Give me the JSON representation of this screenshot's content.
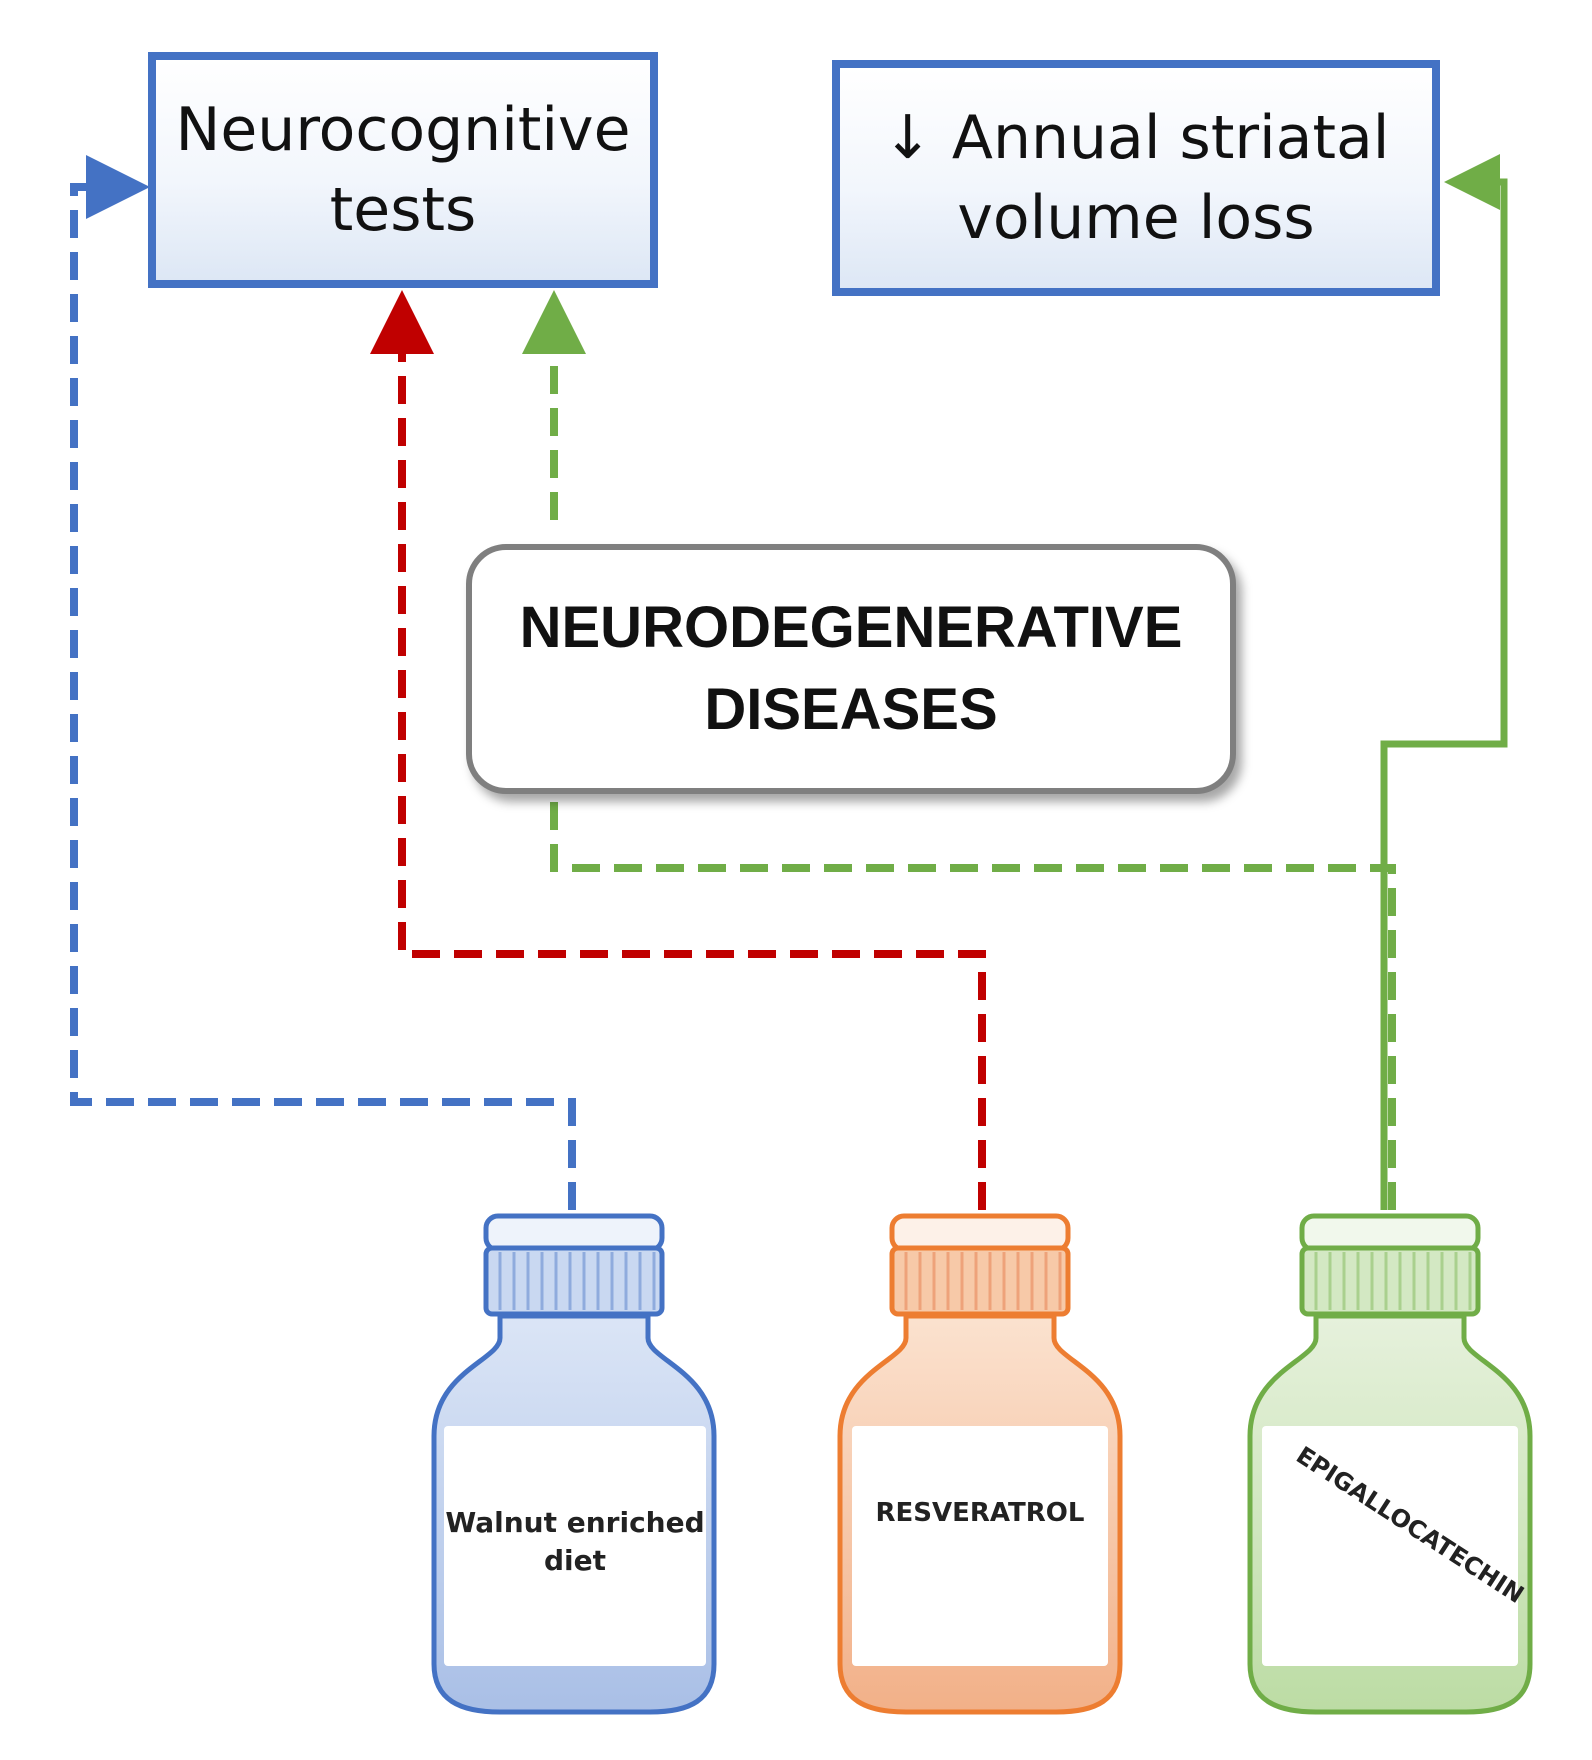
{
  "outcomes": {
    "neurocognitive": "Neurocognitive\ntests",
    "striatal": "↓ Annual striatal\nvolume loss"
  },
  "disease": "NEURODEGENERATIVE\nDISEASES",
  "bottles": {
    "walnut": "Walnut enriched\ndiet",
    "resveratrol": "RESVERATROL",
    "egcg": "EPIGALLOCATECHIN"
  },
  "colors": {
    "blue": "#4472c4",
    "red": "#c00000",
    "green": "#70ad47",
    "orange": "#ed7d31",
    "gray": "#7f7f7f"
  }
}
